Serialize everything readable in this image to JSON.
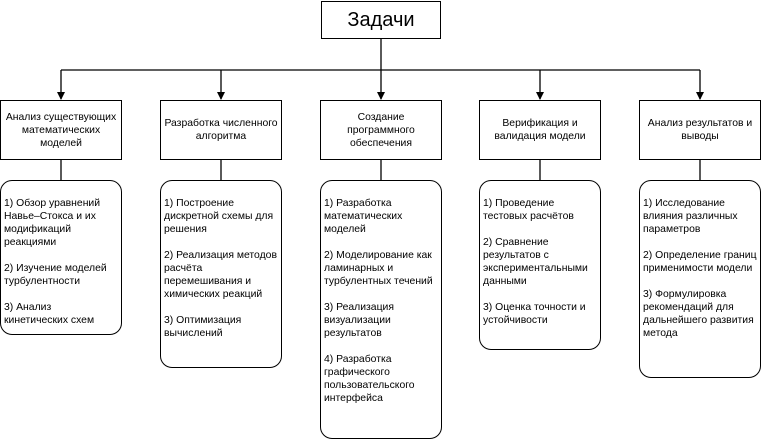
{
  "diagram": {
    "root": {
      "label": "Задачи"
    },
    "branches": [
      {
        "title": "Анализ существующих математических моделей",
        "items": [
          "1) Обзор уравнений Навье–Стокса и их модификаций реакциями",
          "2) Изучение моделей турбулентности",
          "3) Анализ кинетических схем"
        ]
      },
      {
        "title": "Разработка численного алгоритма",
        "items": [
          "1) Построение дискретной схемы для решения",
          "2) Реализация методов расчёта перемешивания и химических реакций",
          "3) Оптимизация вычислений"
        ]
      },
      {
        "title": "Создание программного обеспечения",
        "items": [
          "1) Разработка математических моделей",
          "2)  Моделирование как ламинарных и турбулентных течений",
          "3) Реализация визуализации результатов",
          "4) Разработка графического пользовательского интерфейса"
        ]
      },
      {
        "title": "Верификация и валидация модели",
        "items": [
          "1) Проведение тестовых расчётов",
          "2) Сравнение результатов с экспериментальными данными",
          "3) Оценка точности и устойчивости"
        ]
      },
      {
        "title": "Анализ результатов и выводы",
        "items": [
          "1) Исследование влияния различных параметров",
          "2) Определение границ применимости модели",
          "3) Формулировка рекомендаций для дальнейшего развития метода"
        ]
      }
    ]
  }
}
